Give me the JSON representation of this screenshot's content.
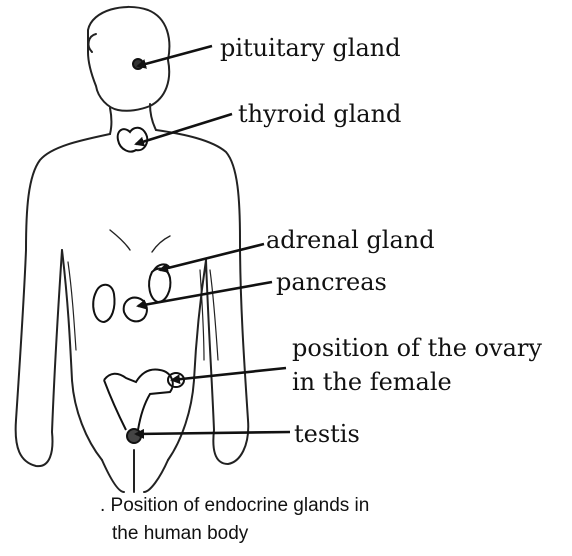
{
  "labels": {
    "pituitary": "pituitary gland",
    "thyroid": "thyroid gland",
    "adrenal": "adrenal gland",
    "pancreas": "pancreas",
    "ovary_line1": "position of the ovary",
    "ovary_line2": "in the female",
    "testis": "testis"
  },
  "caption": {
    "line1": ". Position of endocrine glands in",
    "line2": "the human body"
  },
  "colors": {
    "ink": "#111111",
    "background": "#ffffff"
  }
}
